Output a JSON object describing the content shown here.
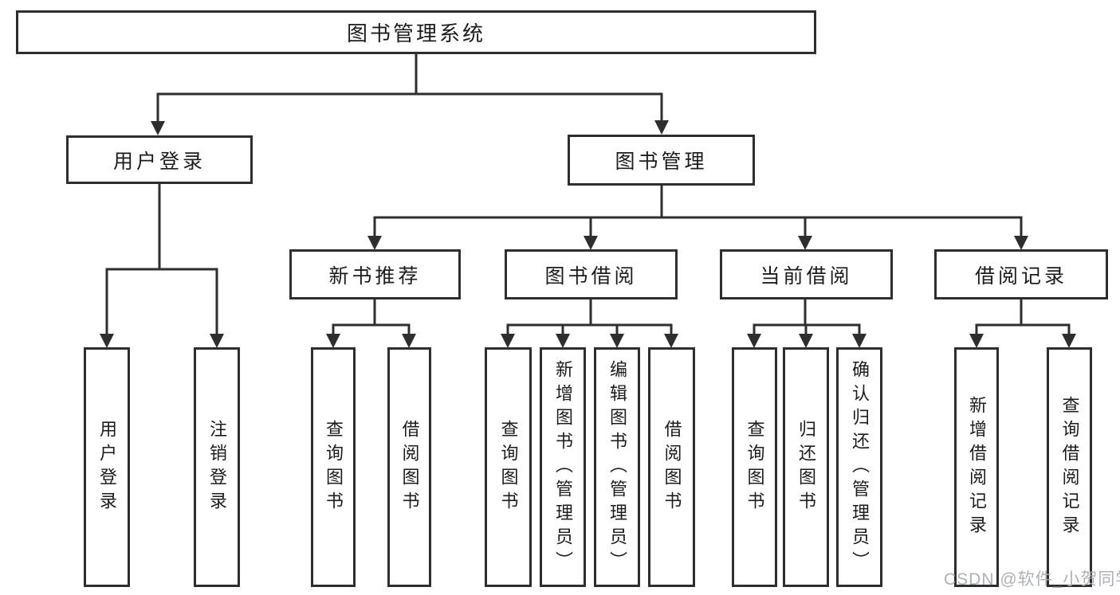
{
  "diagram": {
    "root": {
      "label": "图书管理系统",
      "children": [
        {
          "label": "用户登录",
          "children": [
            {
              "label": "用户登录"
            },
            {
              "label": "注销登录"
            }
          ]
        },
        {
          "label": "图书管理",
          "children": [
            {
              "label": "新书推荐",
              "children": [
                {
                  "label": "查询图书"
                },
                {
                  "label": "借阅图书"
                }
              ]
            },
            {
              "label": "图书借阅",
              "children": [
                {
                  "label": "查询图书"
                },
                {
                  "label": "新增图书（管理员）"
                },
                {
                  "label": "编辑图书（管理员）"
                },
                {
                  "label": "借阅图书"
                }
              ]
            },
            {
              "label": "当前借阅",
              "children": [
                {
                  "label": "查询图书"
                },
                {
                  "label": "归还图书"
                },
                {
                  "label": "确认归还（管理员）"
                }
              ]
            },
            {
              "label": "借阅记录",
              "children": [
                {
                  "label": "新增借阅记录"
                },
                {
                  "label": "查询借阅记录"
                }
              ]
            }
          ]
        }
      ]
    }
  },
  "watermark": {
    "text": "CSDN @软件_小贺同学"
  },
  "colors": {
    "line": "#2e2e2e",
    "box_border": "#2e2e2e",
    "text": "#1c1c1c",
    "watermark": "#a8adb3",
    "background": "#ffffff"
  }
}
